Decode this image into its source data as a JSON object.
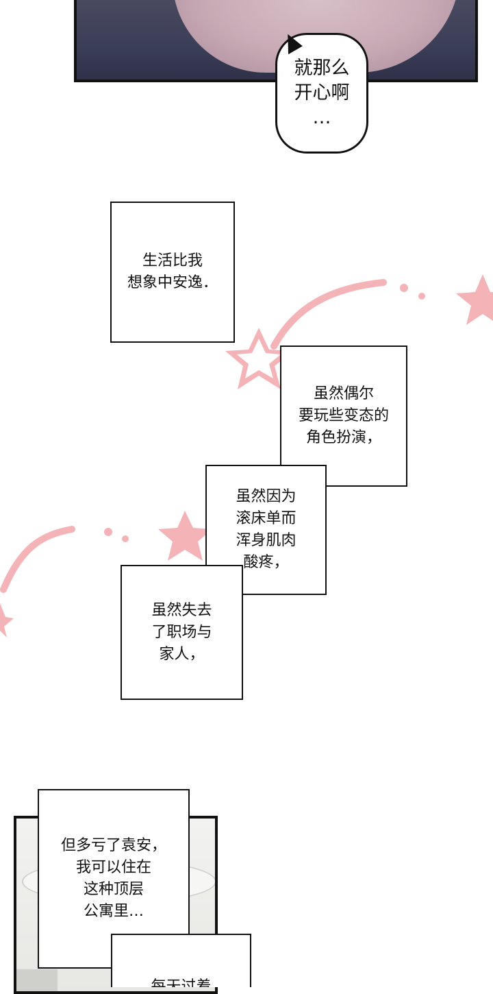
{
  "bubble": {
    "lines": [
      "就那么",
      "开心啊",
      "…"
    ]
  },
  "caption_1": {
    "lines": [
      "生活比我",
      "想象中安逸．"
    ]
  },
  "caption_2": {
    "lines": [
      "虽然偶尔",
      "要玩些变态的",
      "角色扮演，"
    ]
  },
  "caption_3": {
    "lines": [
      "虽然因为",
      "滚床单而",
      "浑身肌肉",
      "酸疼，"
    ]
  },
  "caption_4": {
    "lines": [
      "虽然失去",
      "了职场与",
      "家人，"
    ]
  },
  "caption_5": {
    "lines": [
      "但多亏了袁安，",
      "我可以住在",
      "这种顶层",
      "公寓里…"
    ]
  },
  "caption_6": {
    "lines": [
      "每天过着"
    ]
  },
  "colors": {
    "star_pink": "#f4b3b6",
    "border": "#111111",
    "panel_dark": "#3b3e57"
  }
}
